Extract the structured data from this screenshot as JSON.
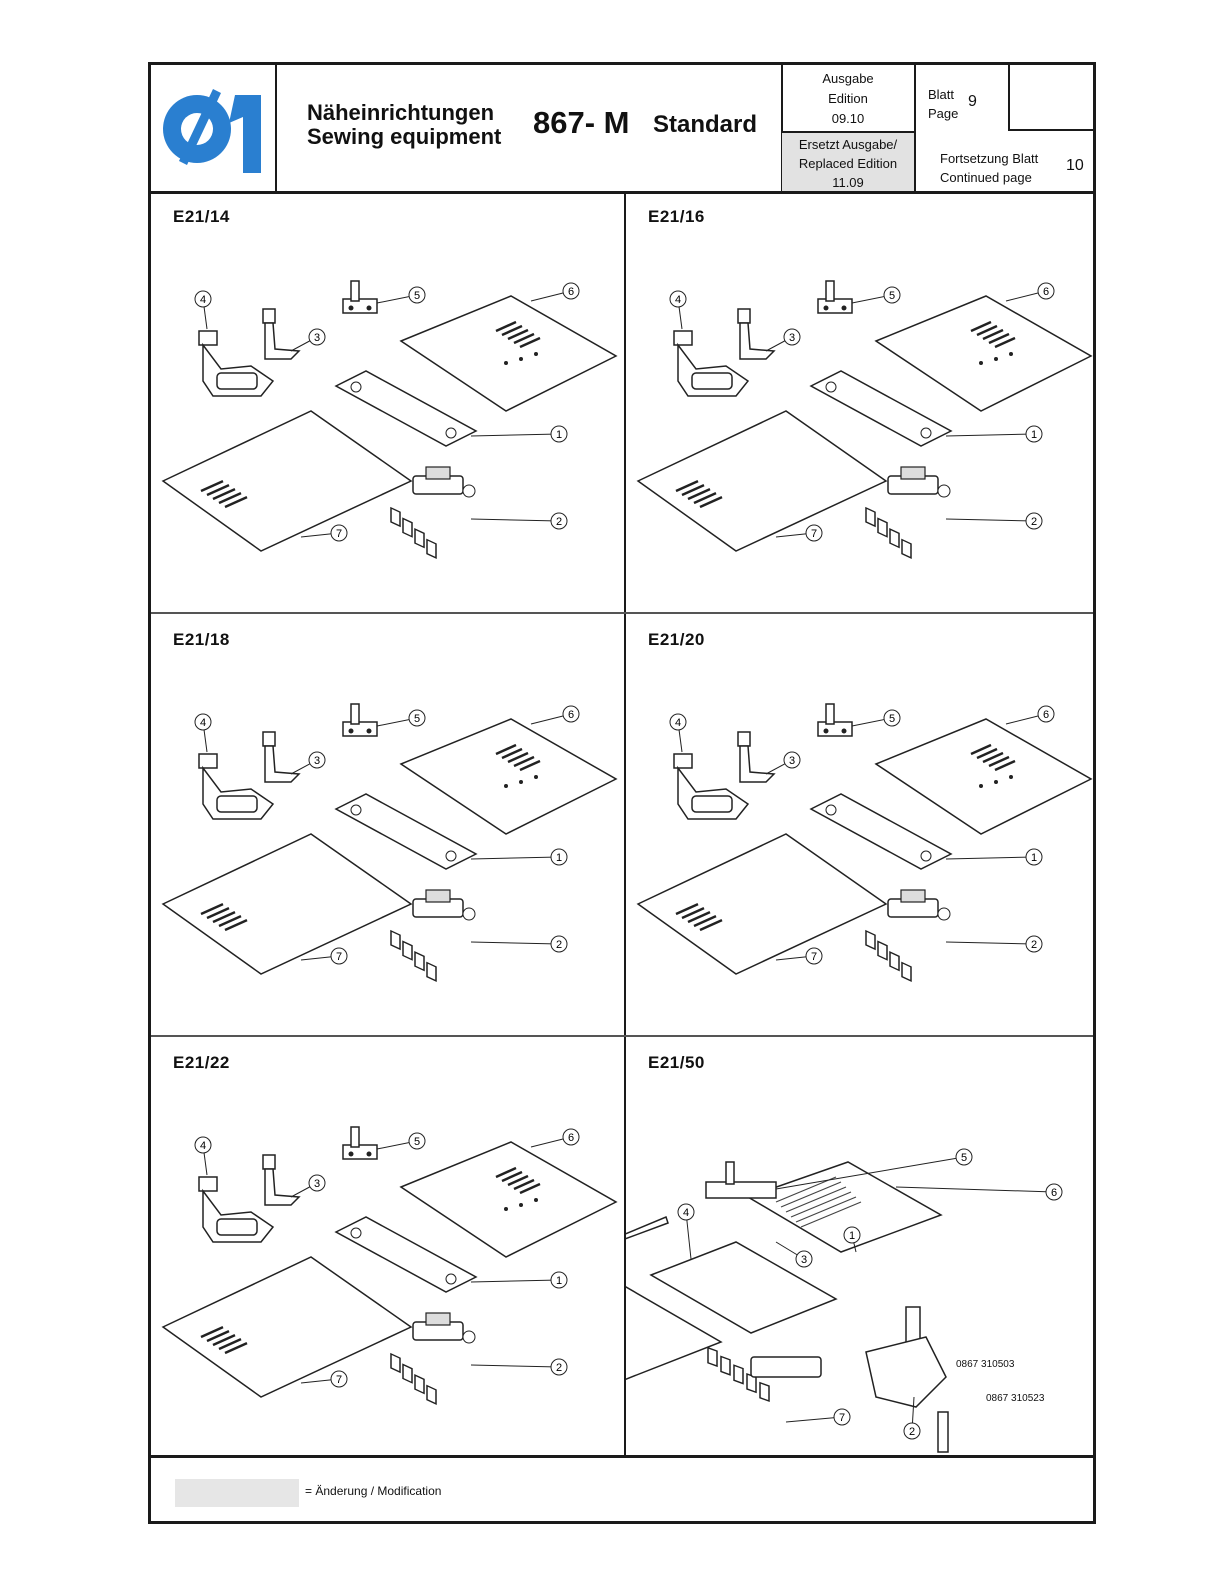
{
  "header": {
    "logo_text": "Ø1",
    "title_de": "Näheinrichtungen",
    "title_en": "Sewing equipment",
    "model": "867- M",
    "variant": "Standard",
    "edition_de": "Ausgabe",
    "edition_en": "Edition",
    "edition_date": "09.10",
    "replaced_de": "Ersetzt Ausgabe/",
    "replaced_en": "Replaced Edition",
    "replaced_date": "11.09",
    "page_de": "Blatt",
    "page_en": "Page",
    "page_number": "9",
    "continued_de": "Fortsetzung Blatt",
    "continued_en": "Continued page",
    "continued_number": "10"
  },
  "panels": [
    {
      "label": "E21/14",
      "parts": [
        "1",
        "2",
        "3",
        "4",
        "5",
        "6",
        "7"
      ]
    },
    {
      "label": "E21/16",
      "parts": [
        "1",
        "2",
        "3",
        "4",
        "5",
        "6",
        "7"
      ]
    },
    {
      "label": "E21/18",
      "parts": [
        "1",
        "2",
        "3",
        "4",
        "5",
        "6",
        "7"
      ]
    },
    {
      "label": "E21/20",
      "parts": [
        "1",
        "2",
        "3",
        "4",
        "5",
        "6",
        "7"
      ]
    },
    {
      "label": "E21/22",
      "parts": [
        "1",
        "2",
        "3",
        "4",
        "5",
        "6",
        "7"
      ]
    },
    {
      "label": "E21/50",
      "parts": [
        "1",
        "2",
        "3",
        "4",
        "5",
        "6",
        "7"
      ],
      "extra_parts": [
        "0867 310503",
        "0867 310523"
      ]
    }
  ],
  "footer": {
    "legend": "= Änderung / Modification"
  },
  "colors": {
    "logo_blue": "#2a7fd0",
    "highlight_gray": "#e2e2e2"
  }
}
